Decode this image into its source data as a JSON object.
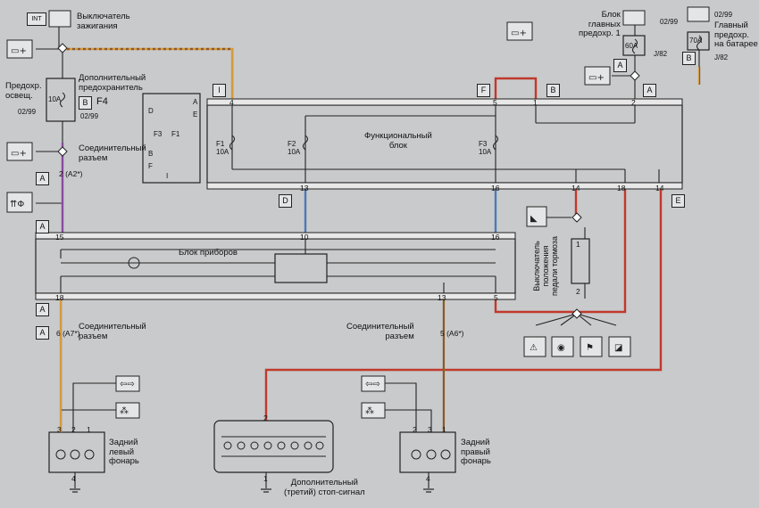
{
  "labels": {
    "ignition_tag": "INT",
    "ignition_switch": "Выключатель\nзажигания",
    "extra_fuse": "Дополнительный\nпредохранитель",
    "lighting_fuse": "Предохр.\nосвещ.",
    "fuse_10a": "10A",
    "fuse_b": "B",
    "fuse_f4": "F4",
    "date_0299_a": "02/99",
    "date_0299_b": "02/99",
    "date_0299_c": "02/99",
    "date_0299_d": "02/99",
    "connector_1": "Соединительный\nразъем",
    "connector_1_pin": "2 (A2*)",
    "function_block": "Функциональный\nблок",
    "main_fuse_block": "Блок\nглавных\nпредохр. 1",
    "fuse_60a": "60A",
    "j82_a": "J/82",
    "j82_b": "J/82",
    "main_battery_fuse": "Главный\nпредохр.\nна батарее",
    "fuse_70a": "70A",
    "instrument_cluster": "Блок приборов",
    "brake_switch": "Выключатель\nположения\nпедали тормоза",
    "connector_2": "Соединительный\nразъем",
    "connector_2_pin": "6 (A7*)",
    "connector_3": "Соединительный\nразъем",
    "connector_3_pin": "5 (A6*)",
    "rear_left_lamp": "Задний\nлевый\nфонарь",
    "rear_right_lamp": "Задний\nправый\nфонарь",
    "third_stop": "Дополнительный\n(третий) стоп-сигнал",
    "f1": "F1\n10A",
    "f2": "F2\n10A",
    "f3": "F3\n10A",
    "inset_d": "D",
    "inset_f": "F",
    "inset_b": "B",
    "inset_a": "A",
    "inset_e": "E",
    "inset_f3": "F3",
    "inset_f1": "F1",
    "inset_i": "I"
  },
  "tags": {
    "t_I": "I",
    "t_F": "F",
    "t_B1": "B",
    "t_A1": "A",
    "t_A2": "A",
    "t_B2": "B",
    "t_D": "D",
    "t_E": "E",
    "t_A3": "A",
    "t_A4": "A",
    "t_A5": "A",
    "t_A6": "A"
  },
  "pins": {
    "p4": "4",
    "p5": "5",
    "p1": "1",
    "p2": "2",
    "p13": "13",
    "p16": "16",
    "p14": "14",
    "p18": "18",
    "p14b": "14",
    "c15": "15",
    "c10": "10",
    "c16": "16",
    "c18": "18",
    "c13": "13",
    "c5": "5",
    "sw1": "1",
    "sw2": "2",
    "l3": "3",
    "l2": "2",
    "l1": "1",
    "l4": "4",
    "r2": "2",
    "r3": "3",
    "r1": "1",
    "r4": "4",
    "s2": "2",
    "s1": "1"
  }
}
